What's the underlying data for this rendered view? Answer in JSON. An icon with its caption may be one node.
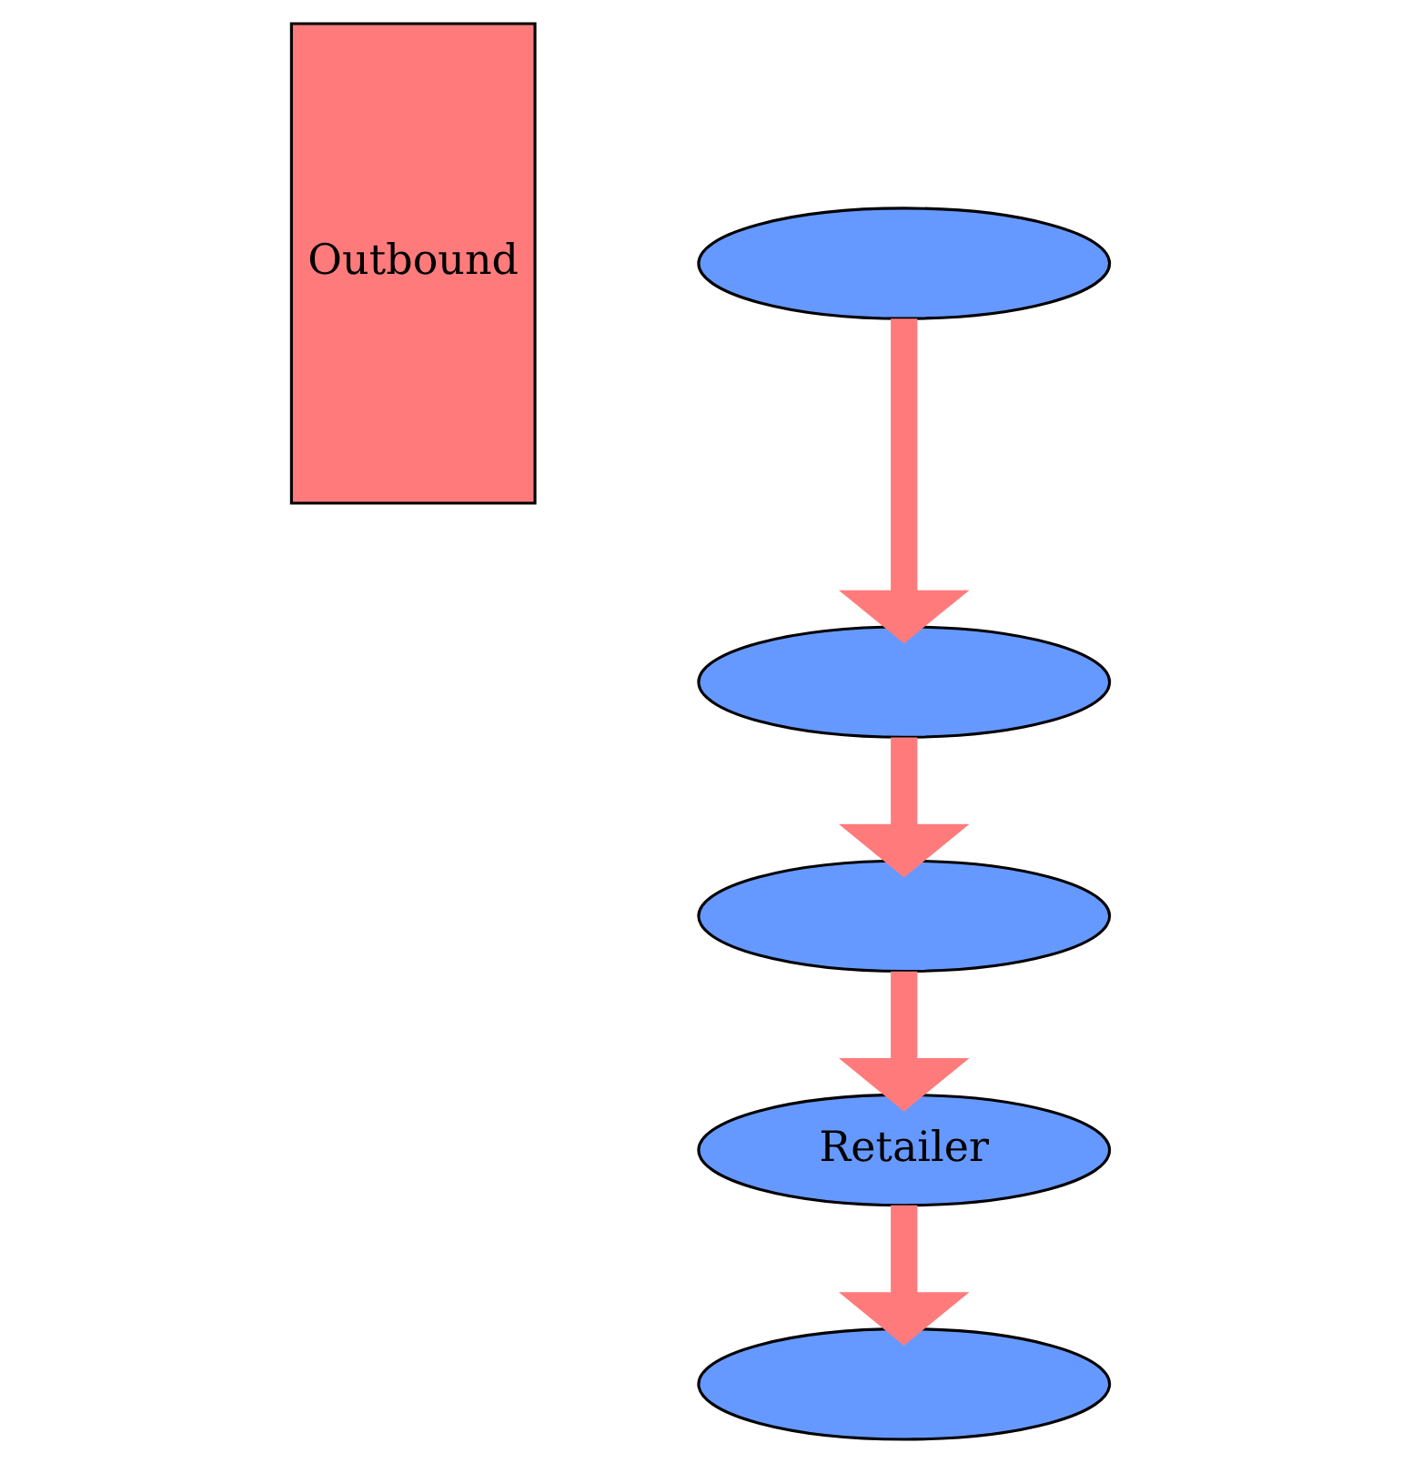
{
  "diagram": {
    "nodes": [
      {
        "text": [
          "Outbound"
        ]
      },
      {
        "text": [],
        "shape": "ellipse"
      },
      {
        "text": [],
        "shape": "ellipse"
      },
      {
        "text": [],
        "shape": "ellipse"
      },
      {
        "text": [
          "Retailer"
        ]
      },
      {
        "text": [],
        "shape": "ellipse"
      }
    ],
    "edges": [
      {
        "from": 1,
        "to": 2,
        "arrow": "to"
      },
      {
        "from": 2,
        "to": 3,
        "arrow": "to"
      },
      {
        "from": 3,
        "to": 4,
        "arrow": "to"
      },
      {
        "from": 4,
        "to": 5,
        "arrow": "to"
      }
    ]
  }
}
